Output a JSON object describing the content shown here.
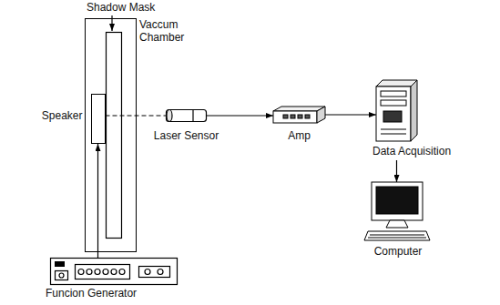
{
  "diagram": {
    "nodes": [
      {
        "text": [
          "Vaccum Chamber"
        ]
      },
      {
        "text": [
          "Speaker"
        ],
        "in": 0
      },
      {
        "text": [
          "Laser Sensor"
        ]
      },
      {
        "text": [
          "Amp"
        ]
      },
      {
        "text": [
          "Data Acquisition"
        ]
      },
      {
        "text": [
          "Computer"
        ]
      },
      {
        "text": [
          "Funcion Generator"
        ]
      }
    ],
    "edges": [
      {
        "from": 6,
        "to": 1,
        "arrow": "to"
      },
      {
        "from": 1,
        "to": 2,
        "arrow": "none"
      },
      {
        "from": 2,
        "to": 3,
        "arrow": "to"
      },
      {
        "from": 3,
        "to": 4,
        "arrow": "to"
      },
      {
        "from": 4,
        "to": 5,
        "arrow": "to"
      }
    ],
    "labels": [
      "Shadow Mask"
    ]
  }
}
